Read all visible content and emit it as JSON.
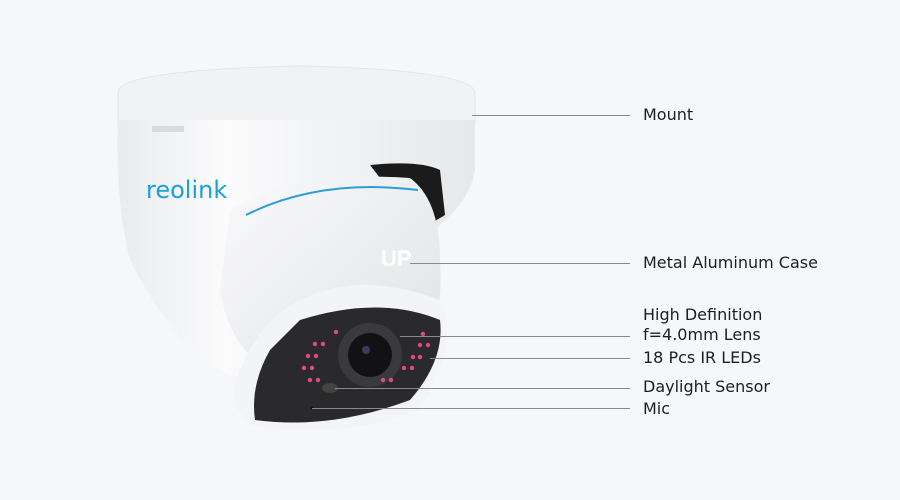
{
  "brand": {
    "logo_text": "reolink",
    "logo_color": "#1aa0dc"
  },
  "colors": {
    "background": "#f6f7f9",
    "ir_led": "#e0488a",
    "housing": "#f2f3f4"
  },
  "camera": {
    "embossed_text": "UP"
  },
  "callouts": [
    {
      "label": "Mount"
    },
    {
      "label": "Metal Aluminum Case"
    },
    {
      "label": "High Definition",
      "label_line2": "f=4.0mm Lens"
    },
    {
      "label": "18 Pcs IR LEDs"
    },
    {
      "label": "Daylight Sensor"
    },
    {
      "label": "Mic"
    }
  ]
}
